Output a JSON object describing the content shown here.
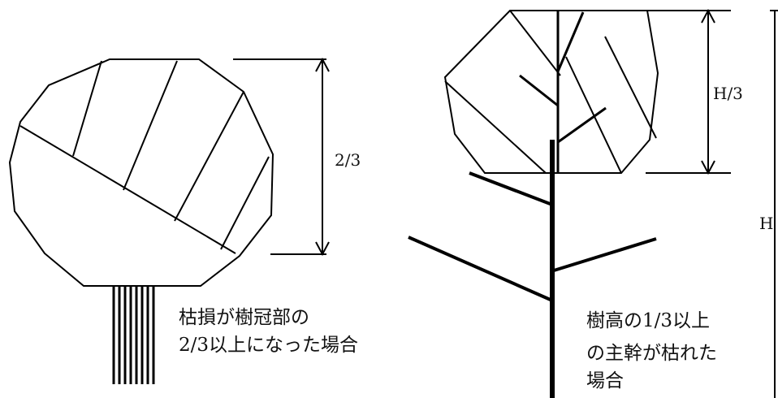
{
  "left_figure": {
    "dimension_label": "2/3",
    "caption_lines": [
      "枯損が樹冠部の",
      "2/3以上になった場合"
    ]
  },
  "right_figure": {
    "crown_dimension_label": "H/3",
    "height_label": "H",
    "caption_lines": [
      "樹高の1/3以上",
      "の主幹が枯れた",
      "場合"
    ]
  }
}
